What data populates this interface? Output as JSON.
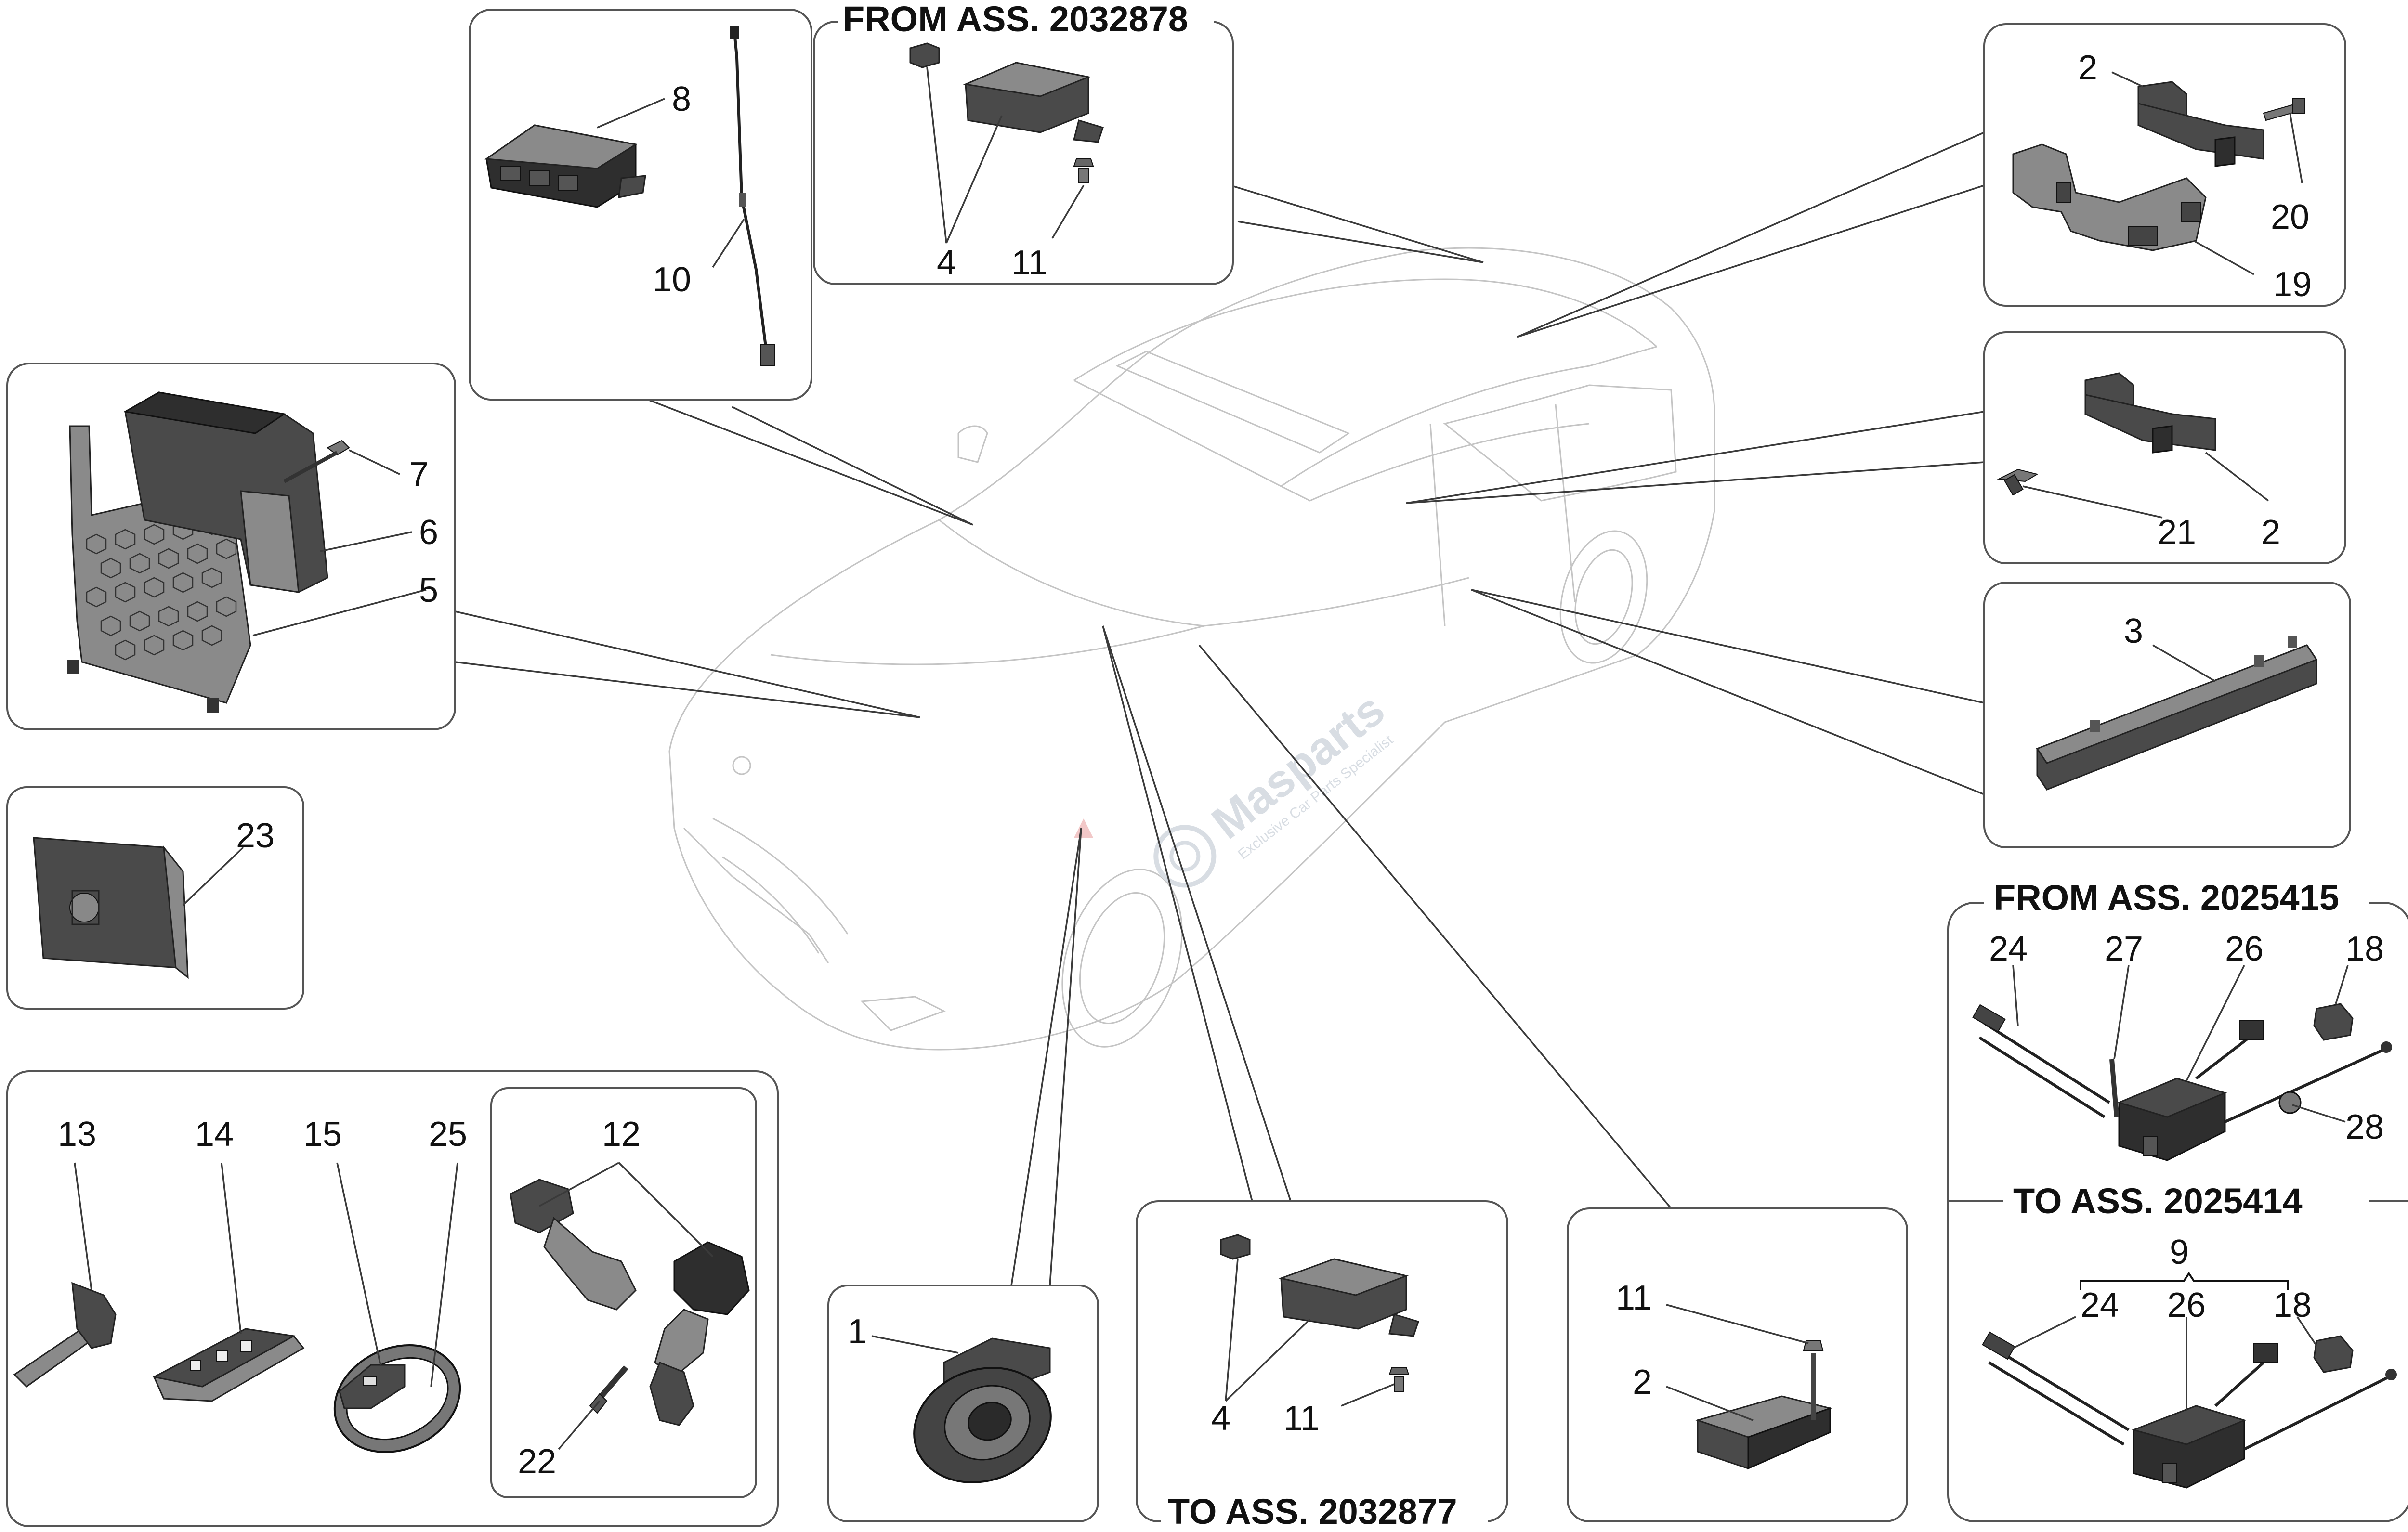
{
  "labels": {
    "n1": "1",
    "n2a": "2",
    "n2b": "2",
    "n2c": "2",
    "n3": "3",
    "n4a": "4",
    "n4b": "4",
    "n5": "5",
    "n6": "6",
    "n7": "7",
    "n8": "8",
    "n9": "9",
    "n10": "10",
    "n11a": "11",
    "n11b": "11",
    "n11c": "11",
    "n12": "12",
    "n13": "13",
    "n14": "14",
    "n15": "15",
    "n18a": "18",
    "n18b": "18",
    "n19": "19",
    "n20": "20",
    "n21": "21",
    "n22": "22",
    "n23": "23",
    "n24a": "24",
    "n24b": "24",
    "n25": "25",
    "n26a": "26",
    "n26b": "26",
    "n27": "27",
    "n28": "28"
  },
  "headers": {
    "from_2032878": "FROM ASS. 2032878",
    "to_2032877": "TO ASS. 2032877",
    "from_2025415": "FROM ASS. 2025415",
    "to_2025414": "TO ASS. 2025414"
  },
  "watermark": {
    "brand": "Masparts",
    "tagline": "Exclusive Car Parts Specialist"
  }
}
